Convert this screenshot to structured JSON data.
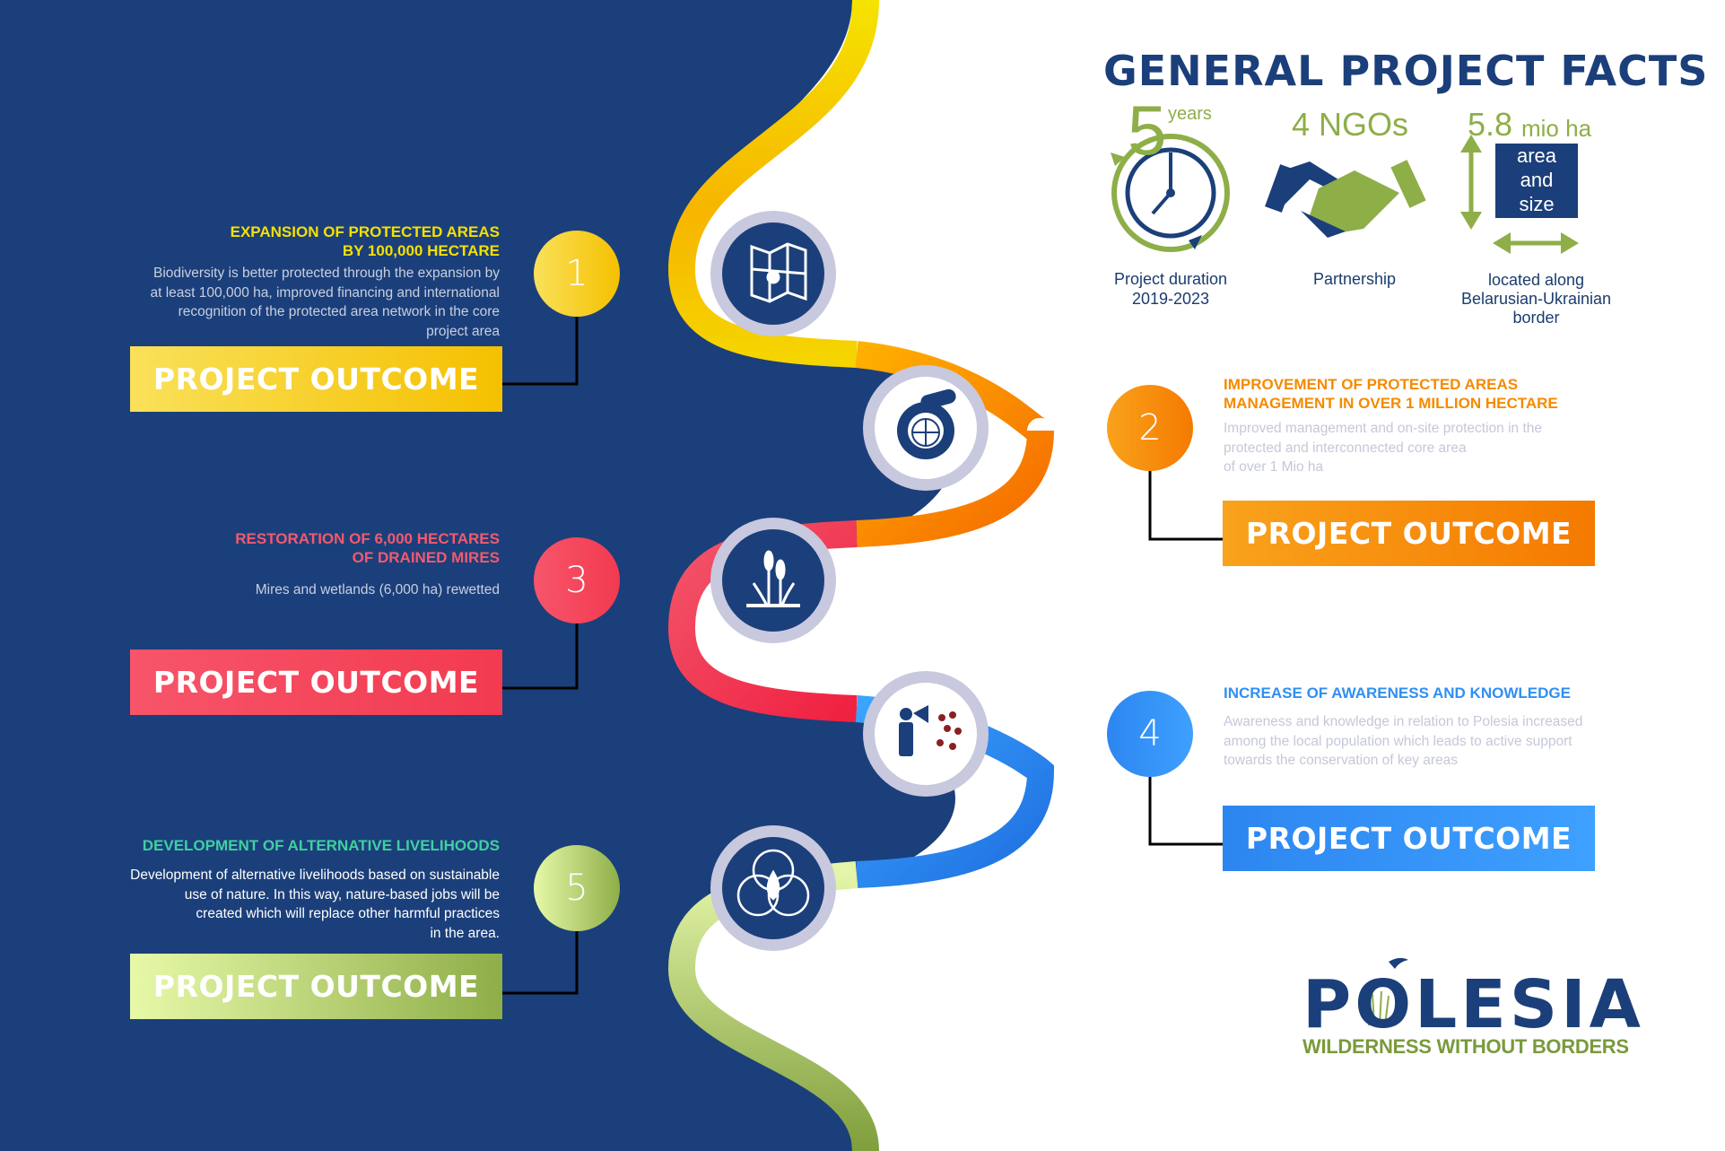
{
  "facts": {
    "title": "GENERAL PROJECT FACTS",
    "duration": {
      "number": "5",
      "unit": "years",
      "label_line1": "Project duration",
      "label_line2": "2019-2023"
    },
    "partnership": {
      "value": "4 NGOs",
      "label": "Partnership"
    },
    "area": {
      "value": "5.8",
      "unit": "mio ha",
      "box_line1": "area",
      "box_line2": "and",
      "box_line3": "size",
      "label_line1": "located along",
      "label_line2": "Belarusian-Ukrainian",
      "label_line3": "border"
    }
  },
  "outcomes": [
    {
      "number": "1",
      "heading_line1": "EXPANSION OF PROTECTED AREAS",
      "heading_line2": "BY 100,000 HECTARE",
      "desc_lines": [
        "Biodiversity is better protected through the expansion by",
        "at least 100,000 ha, improved financing and international",
        "recognition of the protected area network in the core",
        "project area"
      ],
      "button": "PROJECT OUTCOME",
      "color": "#f5c000"
    },
    {
      "number": "2",
      "heading_line1": "IMPROVEMENT OF PROTECTED AREAS",
      "heading_line2": "MANAGEMENT IN OVER 1 MILLION HECTARE",
      "desc_lines": [
        "Improved management and on-site protection in the",
        "protected and interconnected core area",
        "of over 1 Mio ha"
      ],
      "button": "PROJECT OUTCOME",
      "color": "#f58a00"
    },
    {
      "number": "3",
      "heading_line1": "RESTORATION OF 6,000 HECTARES",
      "heading_line2": "OF DRAINED MIRES",
      "desc_lines": [
        "Mires and wetlands (6,000 ha) rewetted"
      ],
      "button": "PROJECT OUTCOME",
      "color": "#f2384f"
    },
    {
      "number": "4",
      "heading_line1": "INCREASE OF AWARENESS AND KNOWLEDGE",
      "heading_line2": "",
      "desc_lines": [
        "Awareness and knowledge in relation to Polesia increased",
        "among the local population which leads to active support",
        "towards the conservation of key areas"
      ],
      "button": "PROJECT OUTCOME",
      "color": "#2f8ff2"
    },
    {
      "number": "5",
      "heading_line1": "DEVELOPMENT OF ALTERNATIVE LIVELIHOODS",
      "heading_line2": "",
      "desc_lines": [
        "Development of alternative livelihoods based on sustainable",
        "use of nature. In this way, nature-based jobs will be",
        "created which will replace other harmful practices",
        "in the area."
      ],
      "button": "PROJECT OUTCOME",
      "color": "#9bbf4f"
    }
  ],
  "icons": [
    "map-icon",
    "gear-globe-icon",
    "reeds-icon",
    "megaphone-crowd-icon",
    "water-drop-circles-icon"
  ],
  "logo": {
    "name": "POLESIA",
    "tagline": "WILDERNESS WITHOUT BORDERS"
  },
  "colors": {
    "navy": "#1b3f7a",
    "green": "#7a9a3c",
    "yellow": "#f5d400",
    "orange": "#f58a00",
    "red": "#f2384f",
    "blue": "#2f8ff2",
    "lime": "#c9dd8a"
  }
}
